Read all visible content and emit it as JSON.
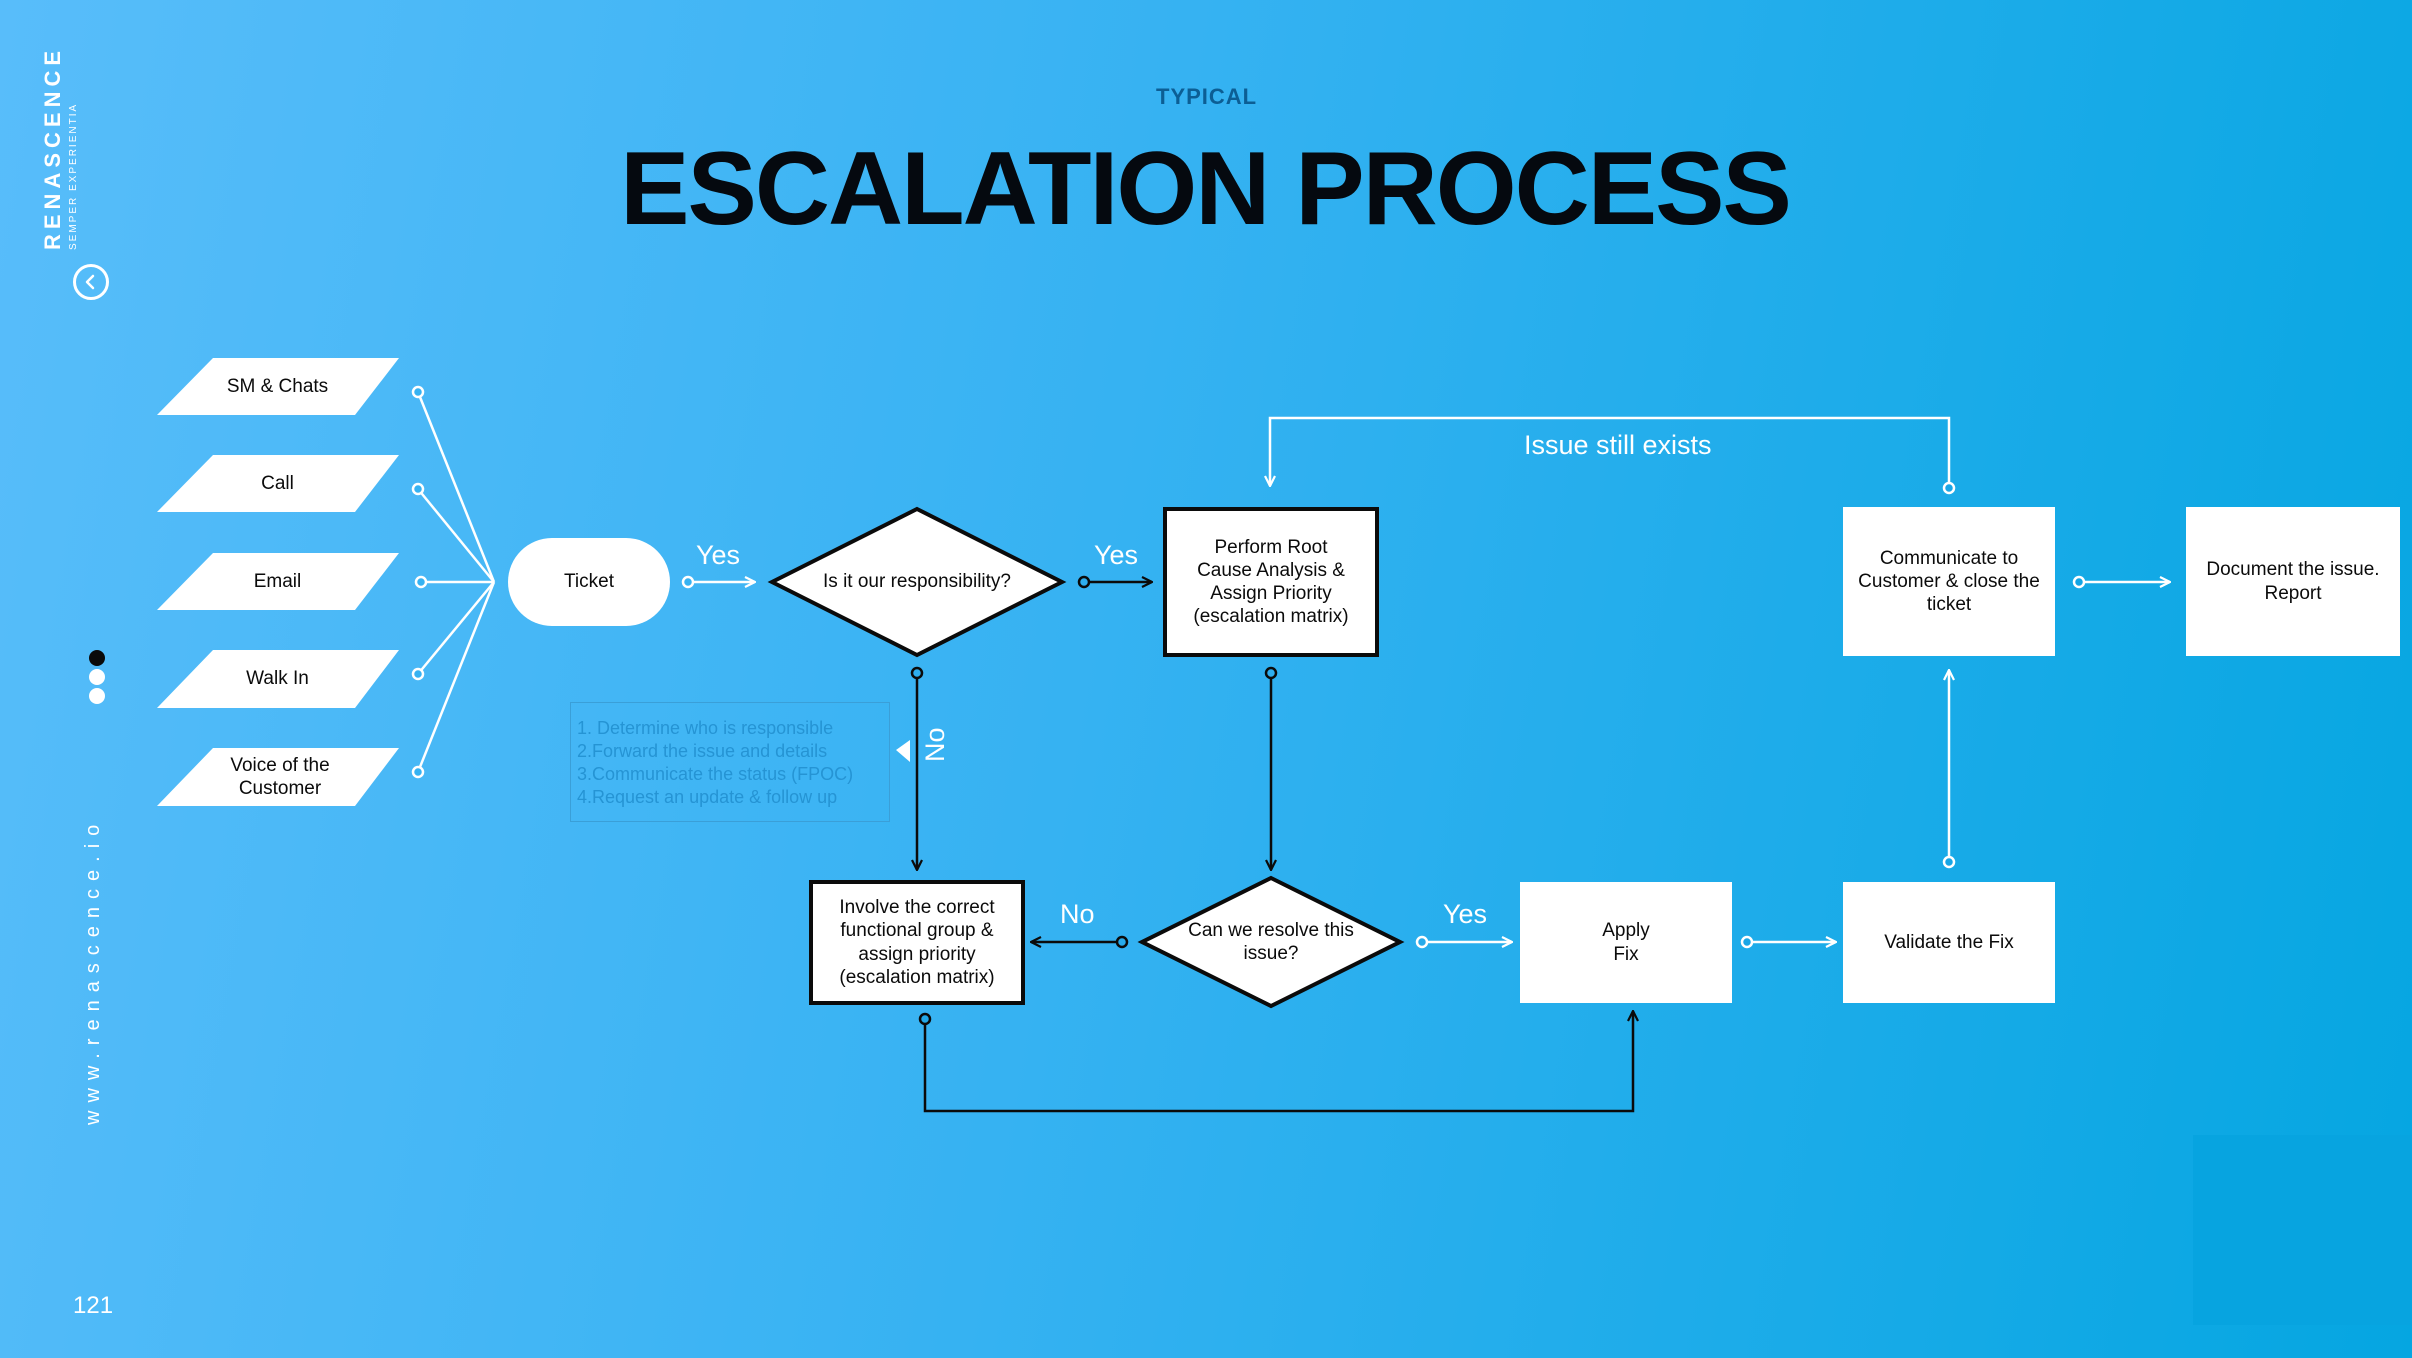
{
  "brand": {
    "name": "RENASCENCE",
    "tagline": "SEMPER EXPERIENTIA",
    "website": "www.renascence.io"
  },
  "page_number": "121",
  "header": {
    "subtitle": "TYPICAL",
    "title": "ESCALATION PROCESS"
  },
  "channels": [
    "SM & Chats",
    "Call",
    "Email",
    "Walk In",
    "Voice of the Customer"
  ],
  "nodes": {
    "ticket": "Ticket",
    "responsibility": "Is it our responsibility?",
    "root_cause": "Perform Root Cause Analysis & Assign Priority (escalation matrix)",
    "communicate": "Communicate to Customer & close the ticket",
    "document": "Document the issue. Report",
    "involve": "Involve the correct functional group & assign priority (escalation matrix)",
    "resolve": "Can we resolve this issue?",
    "apply_fix": "Apply Fix",
    "validate": "Validate the Fix"
  },
  "edge_labels": {
    "yes_1": "Yes",
    "yes_2": "Yes",
    "no_1": "No",
    "no_2": "No",
    "yes_3": "Yes",
    "loop": "Issue still exists"
  },
  "notes": [
    "1. Determine who is responsible",
    "2.Forward the issue and details",
    "3.Communicate the status (FPOC)",
    "4.Request an update & follow up"
  ],
  "colors": {
    "accent_dark": "#0c5e94",
    "line_white": "#ffffff",
    "line_dark": "#0b0b0b",
    "dot_active": "#0a0a0a",
    "dot_inactive": "#ffffff"
  }
}
